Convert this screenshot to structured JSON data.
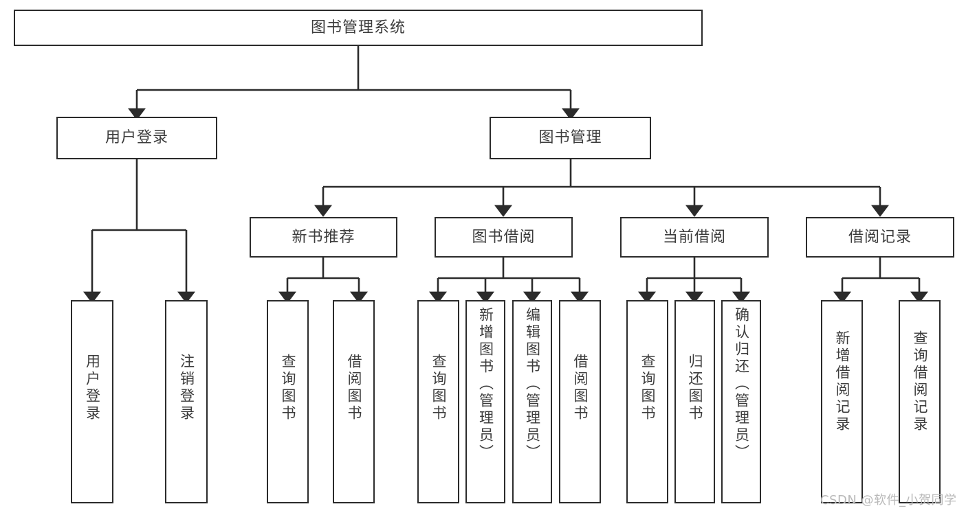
{
  "diagram": {
    "title": "图书管理系统",
    "type": "tree",
    "watermark": "CSDN @软件_小贺同学",
    "colors": {
      "box_border": "#2b2b2b",
      "box_fill": "#ffffff",
      "edge": "#2b2b2b",
      "text": "#3c3c3c",
      "background": "#ffffff",
      "watermark": "#b9b9b9"
    },
    "levels": {
      "root": [
        "图书管理系统"
      ],
      "level2": [
        "用户登录",
        "图书管理"
      ],
      "level3": [
        "新书推荐",
        "图书借阅",
        "当前借阅",
        "借阅记录"
      ],
      "leaves": [
        "用户登录",
        "注销登录",
        "查询图书",
        "借阅图书",
        "查询图书",
        "新增图书（管理员）",
        "编辑图书（管理员）",
        "借阅图书",
        "查询图书",
        "归还图书",
        "确认归还（管理员）",
        "新增借阅记录",
        "查询借阅记录"
      ]
    },
    "nodes": {
      "root": {
        "label": "图书管理系统"
      },
      "user_login": {
        "label": "用户登录"
      },
      "book_manage": {
        "label": "图书管理"
      },
      "new_book_rec": {
        "label": "新书推荐"
      },
      "book_borrow": {
        "label": "图书借阅"
      },
      "current_borrow": {
        "label": "当前借阅"
      },
      "borrow_record": {
        "label": "借阅记录"
      },
      "leaf_user_login": {
        "label": "用户登录"
      },
      "leaf_logout": {
        "label": "注销登录"
      },
      "leaf_query_book_1": {
        "label": "查询图书"
      },
      "leaf_borrow_book_1": {
        "label": "借阅图书"
      },
      "leaf_query_book_2": {
        "label": "查询图书"
      },
      "leaf_add_book_admin": {
        "label": "新增图书（管理员）"
      },
      "leaf_edit_book_admin": {
        "label": "编辑图书（管理员）"
      },
      "leaf_borrow_book_2": {
        "label": "借阅图书"
      },
      "leaf_query_book_3": {
        "label": "查询图书"
      },
      "leaf_return_book": {
        "label": "归还图书"
      },
      "leaf_confirm_return_admin": {
        "label": "确认归还（管理员）"
      },
      "leaf_add_borrow_record": {
        "label": "新增借阅记录"
      },
      "leaf_query_borrow_record": {
        "label": "查询借阅记录"
      }
    }
  }
}
